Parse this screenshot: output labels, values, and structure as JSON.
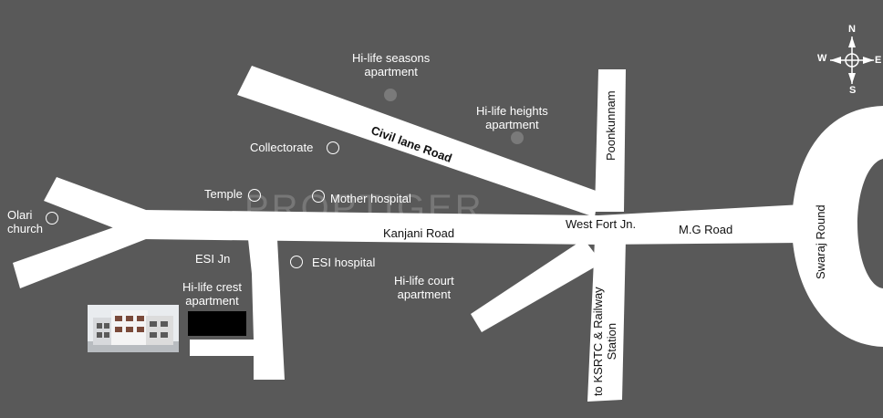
{
  "map": {
    "roads": {
      "civil_lane": "Civil lane Road",
      "kanjani": "Kanjani Road",
      "mg": "M.G Road",
      "poonkunnam": "Poonkunnam",
      "swaraj": "Swaraj Round",
      "ksrtc_line1": "to KSRTC & Railway",
      "ksrtc_line2": "Station"
    },
    "junctions": {
      "west_fort": "West Fort Jn.",
      "esi": "ESI Jn"
    },
    "landmarks": {
      "hilife_seasons_1": "Hi-life seasons",
      "hilife_seasons_2": "apartment",
      "hilife_heights_1": "Hi-life heights",
      "hilife_heights_2": "apartment",
      "collectorate": "Collectorate",
      "temple": "Temple",
      "mother_hospital": "Mother hospital",
      "olari_1": "Olari",
      "olari_2": "church",
      "esi_hospital": "ESI hospital",
      "hilife_court_1": "Hi-life court",
      "hilife_court_2": "apartment",
      "hilife_crest_1": "Hi-life crest",
      "hilife_crest_2": "apartment"
    },
    "compass": {
      "n": "N",
      "s": "S",
      "e": "E",
      "w": "W"
    },
    "watermark": "PROPTIGER"
  },
  "colors": {
    "background": "#595959",
    "road": "#ffffff",
    "label": "#ffffff",
    "road_label": "#111111"
  }
}
